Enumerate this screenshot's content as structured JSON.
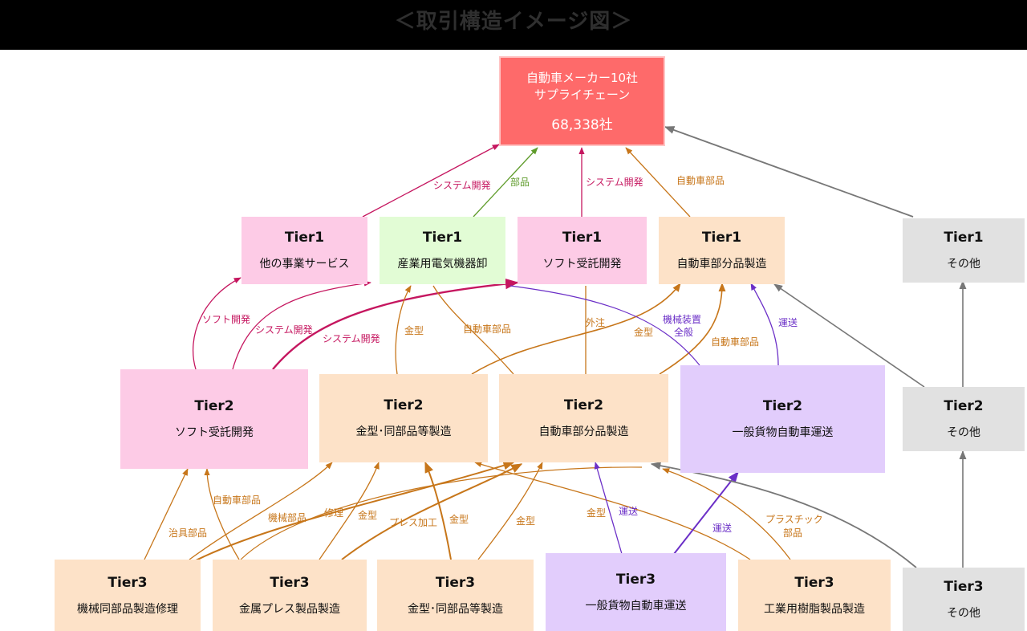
{
  "header": {
    "title": "＜取引構造イメージ図＞"
  },
  "root": {
    "line1": "自動車メーカー10社",
    "line2": "サプライチェーン",
    "count": "68,338社"
  },
  "tier1": [
    {
      "tier": "Tier1",
      "name": "他の事業サービス"
    },
    {
      "tier": "Tier1",
      "name": "産業用電気機器卸"
    },
    {
      "tier": "Tier1",
      "name": "ソフト受託開発"
    },
    {
      "tier": "Tier1",
      "name": "自動車部分品製造"
    },
    {
      "tier": "Tier1",
      "name": "その他"
    }
  ],
  "tier2": [
    {
      "tier": "Tier2",
      "name": "ソフト受託開発"
    },
    {
      "tier": "Tier2",
      "name": "金型･同部品等製造"
    },
    {
      "tier": "Tier2",
      "name": "自動車部分品製造"
    },
    {
      "tier": "Tier2",
      "name": "一般貨物自動車運送"
    },
    {
      "tier": "Tier2",
      "name": "その他"
    }
  ],
  "tier3": [
    {
      "tier": "Tier3",
      "name": "機械同部品製造修理"
    },
    {
      "tier": "Tier3",
      "name": "金属プレス製品製造"
    },
    {
      "tier": "Tier3",
      "name": "金型･同部品等製造"
    },
    {
      "tier": "Tier3",
      "name": "一般貨物自動車運送"
    },
    {
      "tier": "Tier3",
      "name": "工業用樹脂製品製造"
    },
    {
      "tier": "Tier3",
      "name": "その他"
    }
  ],
  "edge_labels": {
    "sys_dev_root": "システム開発",
    "parts_root": "部品",
    "sys_dev_root2": "システム開発",
    "auto_parts_root": "自動車部品",
    "soft_dev": "ソフト開発",
    "sys_dev_a": "システム開発",
    "sys_dev_b": "システム開発",
    "mold_a": "金型",
    "auto_parts_a": "自動車部品",
    "outsource": "外注",
    "mold_b": "金型",
    "machine_equipment_1": "機械装置",
    "machine_equipment_2": "全般",
    "auto_parts_b": "自動車部品",
    "transport_a": "運送",
    "auto_parts_c": "自動車部品",
    "jig_parts": "治具部品",
    "machine_parts": "機械部品",
    "repair": "修理",
    "mold_c": "金型",
    "press": "プレス加工",
    "mold_d": "金型",
    "mold_e": "金型",
    "mold_f": "金型",
    "transport_b": "運送",
    "transport_c": "運送",
    "plastic_1": "プラスチック",
    "plastic_2": "部品"
  },
  "colors": {
    "root": "#fe6a6a",
    "pink_box": "#fdcbe6",
    "green_box": "#e2fcd5",
    "peach_box": "#fde2c8",
    "lavender_box": "#e2cdfc",
    "grey_box": "#e1e1e1",
    "magenta_edge": "#c5165f",
    "green_edge": "#5e9b2a",
    "orange_edge": "#c7761a",
    "purple_edge": "#6b2fc7",
    "grey_edge": "#777777"
  }
}
